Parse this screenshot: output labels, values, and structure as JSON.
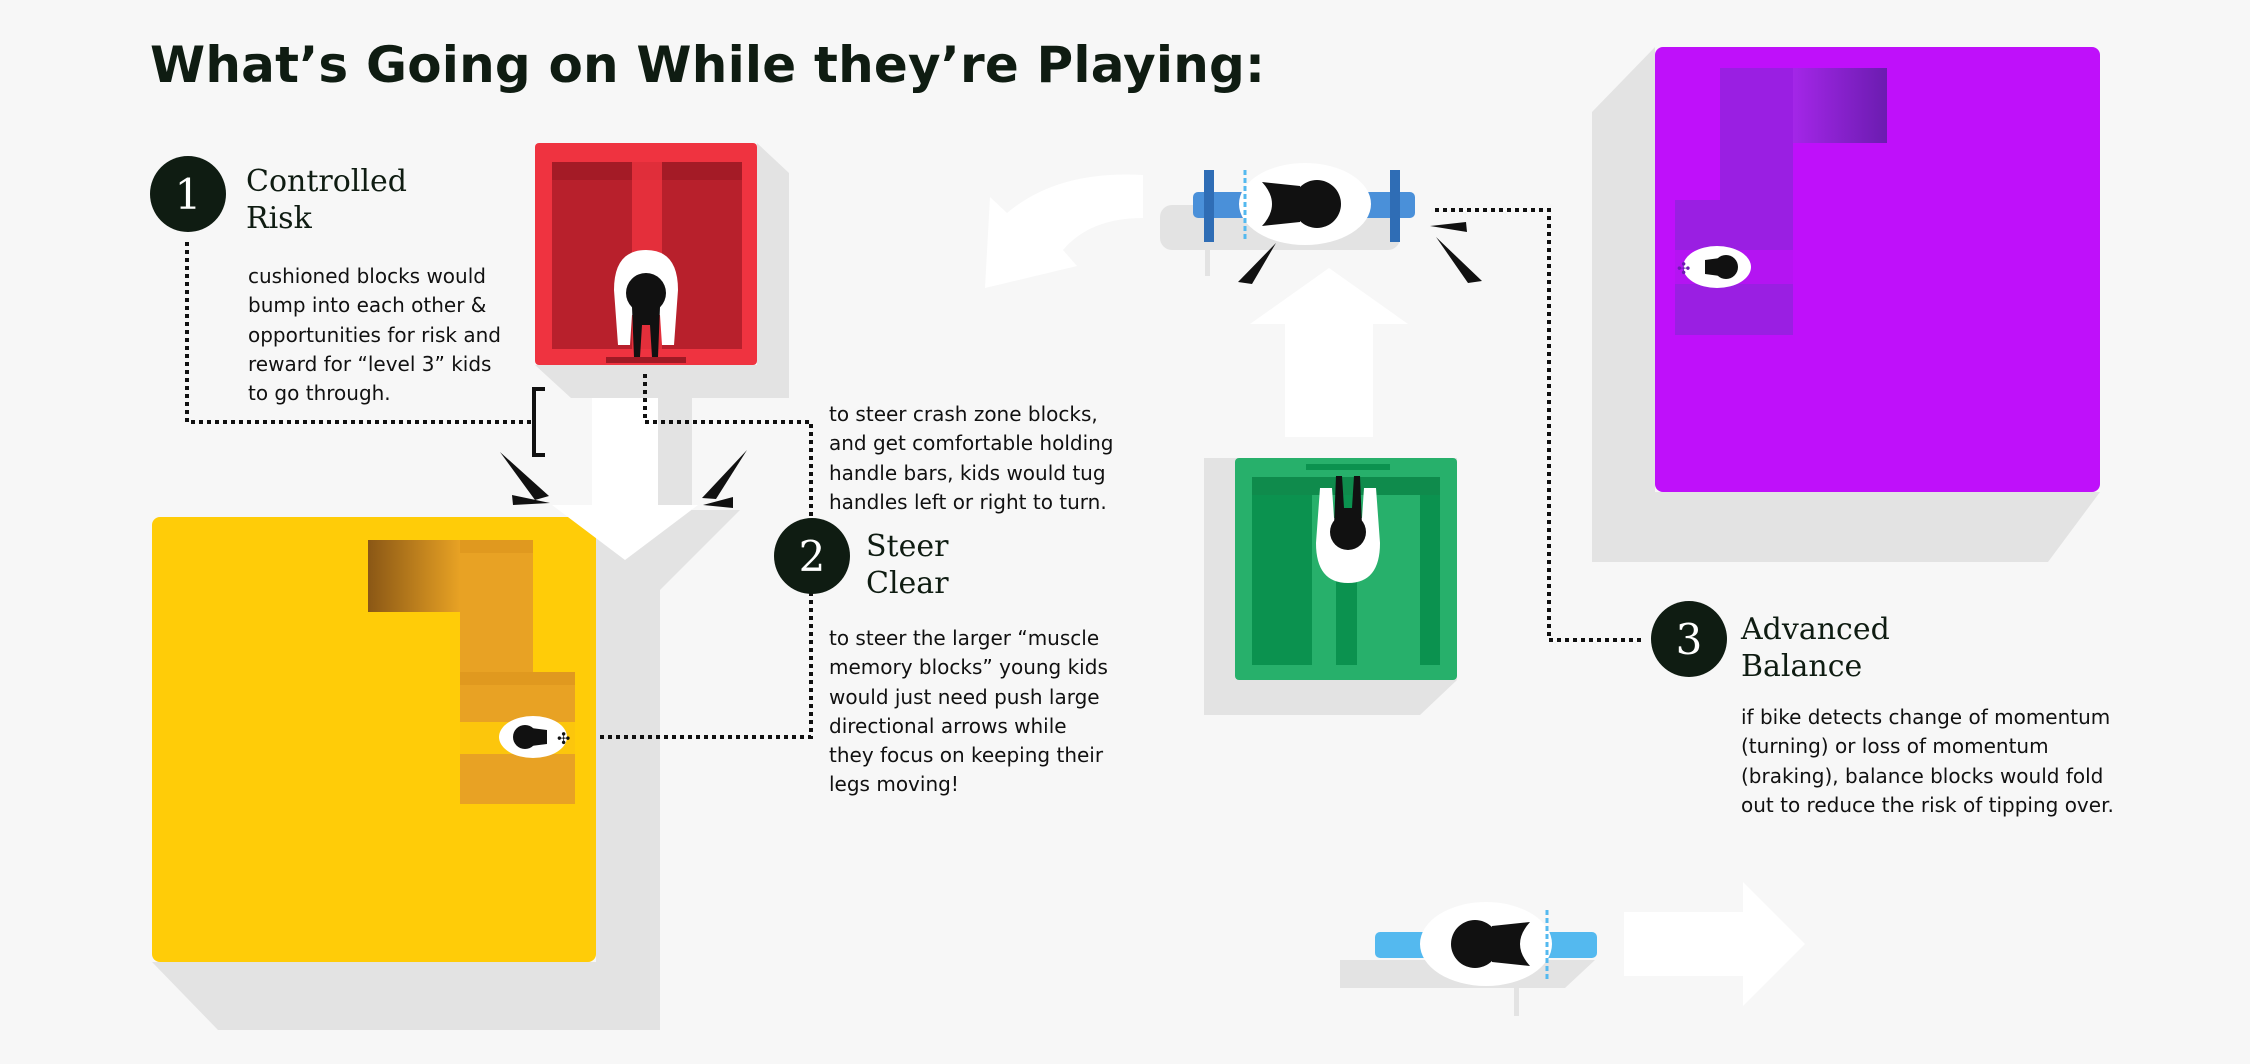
{
  "title": "What’s Going on While they’re Playing:",
  "steps": [
    {
      "number": "1",
      "title_lines": [
        "Controlled",
        "Risk"
      ],
      "description_lines": [
        "cushioned blocks would",
        "bump into each other &",
        "opportunities for risk and",
        "reward for “level 3” kids",
        "to go through."
      ]
    },
    {
      "number": "2",
      "title_lines": [
        "Steer",
        "Clear"
      ],
      "description_lines": [
        "to steer the larger “muscle",
        "memory blocks” young kids",
        "would just need push large",
        "directional arrows while",
        "they focus on keeping their",
        "legs moving!"
      ]
    },
    {
      "number": "3",
      "title_lines": [
        "Advanced",
        "Balance"
      ],
      "description_lines": [
        "if bike detects change of momentum",
        "(turning) or loss of momentum",
        "(braking), balance blocks would fold",
        "out to reduce the risk of tipping over."
      ]
    }
  ],
  "crash_zone_note_lines": [
    "to steer crash zone blocks,",
    "and get comfortable holding",
    "handle bars, kids would tug",
    "handles left or right to turn."
  ],
  "colors": {
    "text": "#0f1c12",
    "yellow_block": "#ffcc08",
    "red_block": "#ef3340",
    "green_block": "#27b06b",
    "purple_block": "#bf10fa",
    "blue_handlebar": "#4a90d9",
    "light_blue_handlebar": "#54b9ef"
  }
}
